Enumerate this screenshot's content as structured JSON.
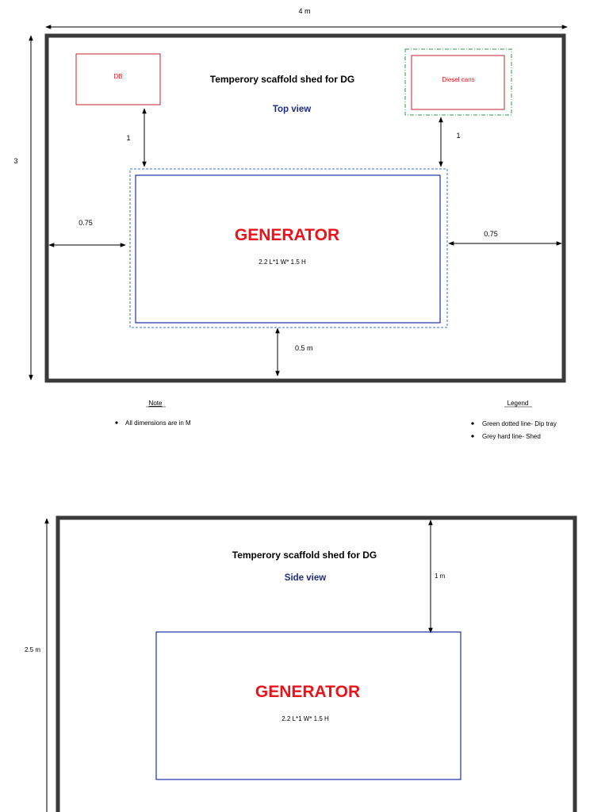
{
  "top_view": {
    "width_label": "4 m",
    "height_label": "3",
    "db_label": "DB",
    "title": "Temperory scaffold shed for DG",
    "subtitle": "Top view",
    "diesel_label": "Diesel cans",
    "gap_db": "1",
    "gap_diesel": "1",
    "left_gap": "0.75",
    "right_gap": "0.75",
    "bottom_gap": "0.5 m",
    "generator_label": "GENERATOR",
    "generator_dims": "2.2 L*1 W* 1.5 H"
  },
  "note": {
    "heading": "Note",
    "items": [
      "All dimensions are in M"
    ]
  },
  "legend": {
    "heading": "Legend",
    "items": [
      "Green dotted line- Dip tray",
      "Grey hard line- Shed"
    ]
  },
  "side_view": {
    "title": "Temperory scaffold shed for DG",
    "subtitle": "Side view",
    "top_gap": "1 m",
    "height_label": "2.5 m",
    "generator_label": "GENERATOR",
    "generator_dims": "2.2 L*1 W* 1.5 H"
  },
  "colors": {
    "shed": "#3a3a3a",
    "generator_box": "#1f2f9f",
    "db_box": "#c0262d",
    "dip_tray": "#2e9e4a",
    "view_label": "#1f2a8a",
    "generator_text": "#e8141b"
  }
}
